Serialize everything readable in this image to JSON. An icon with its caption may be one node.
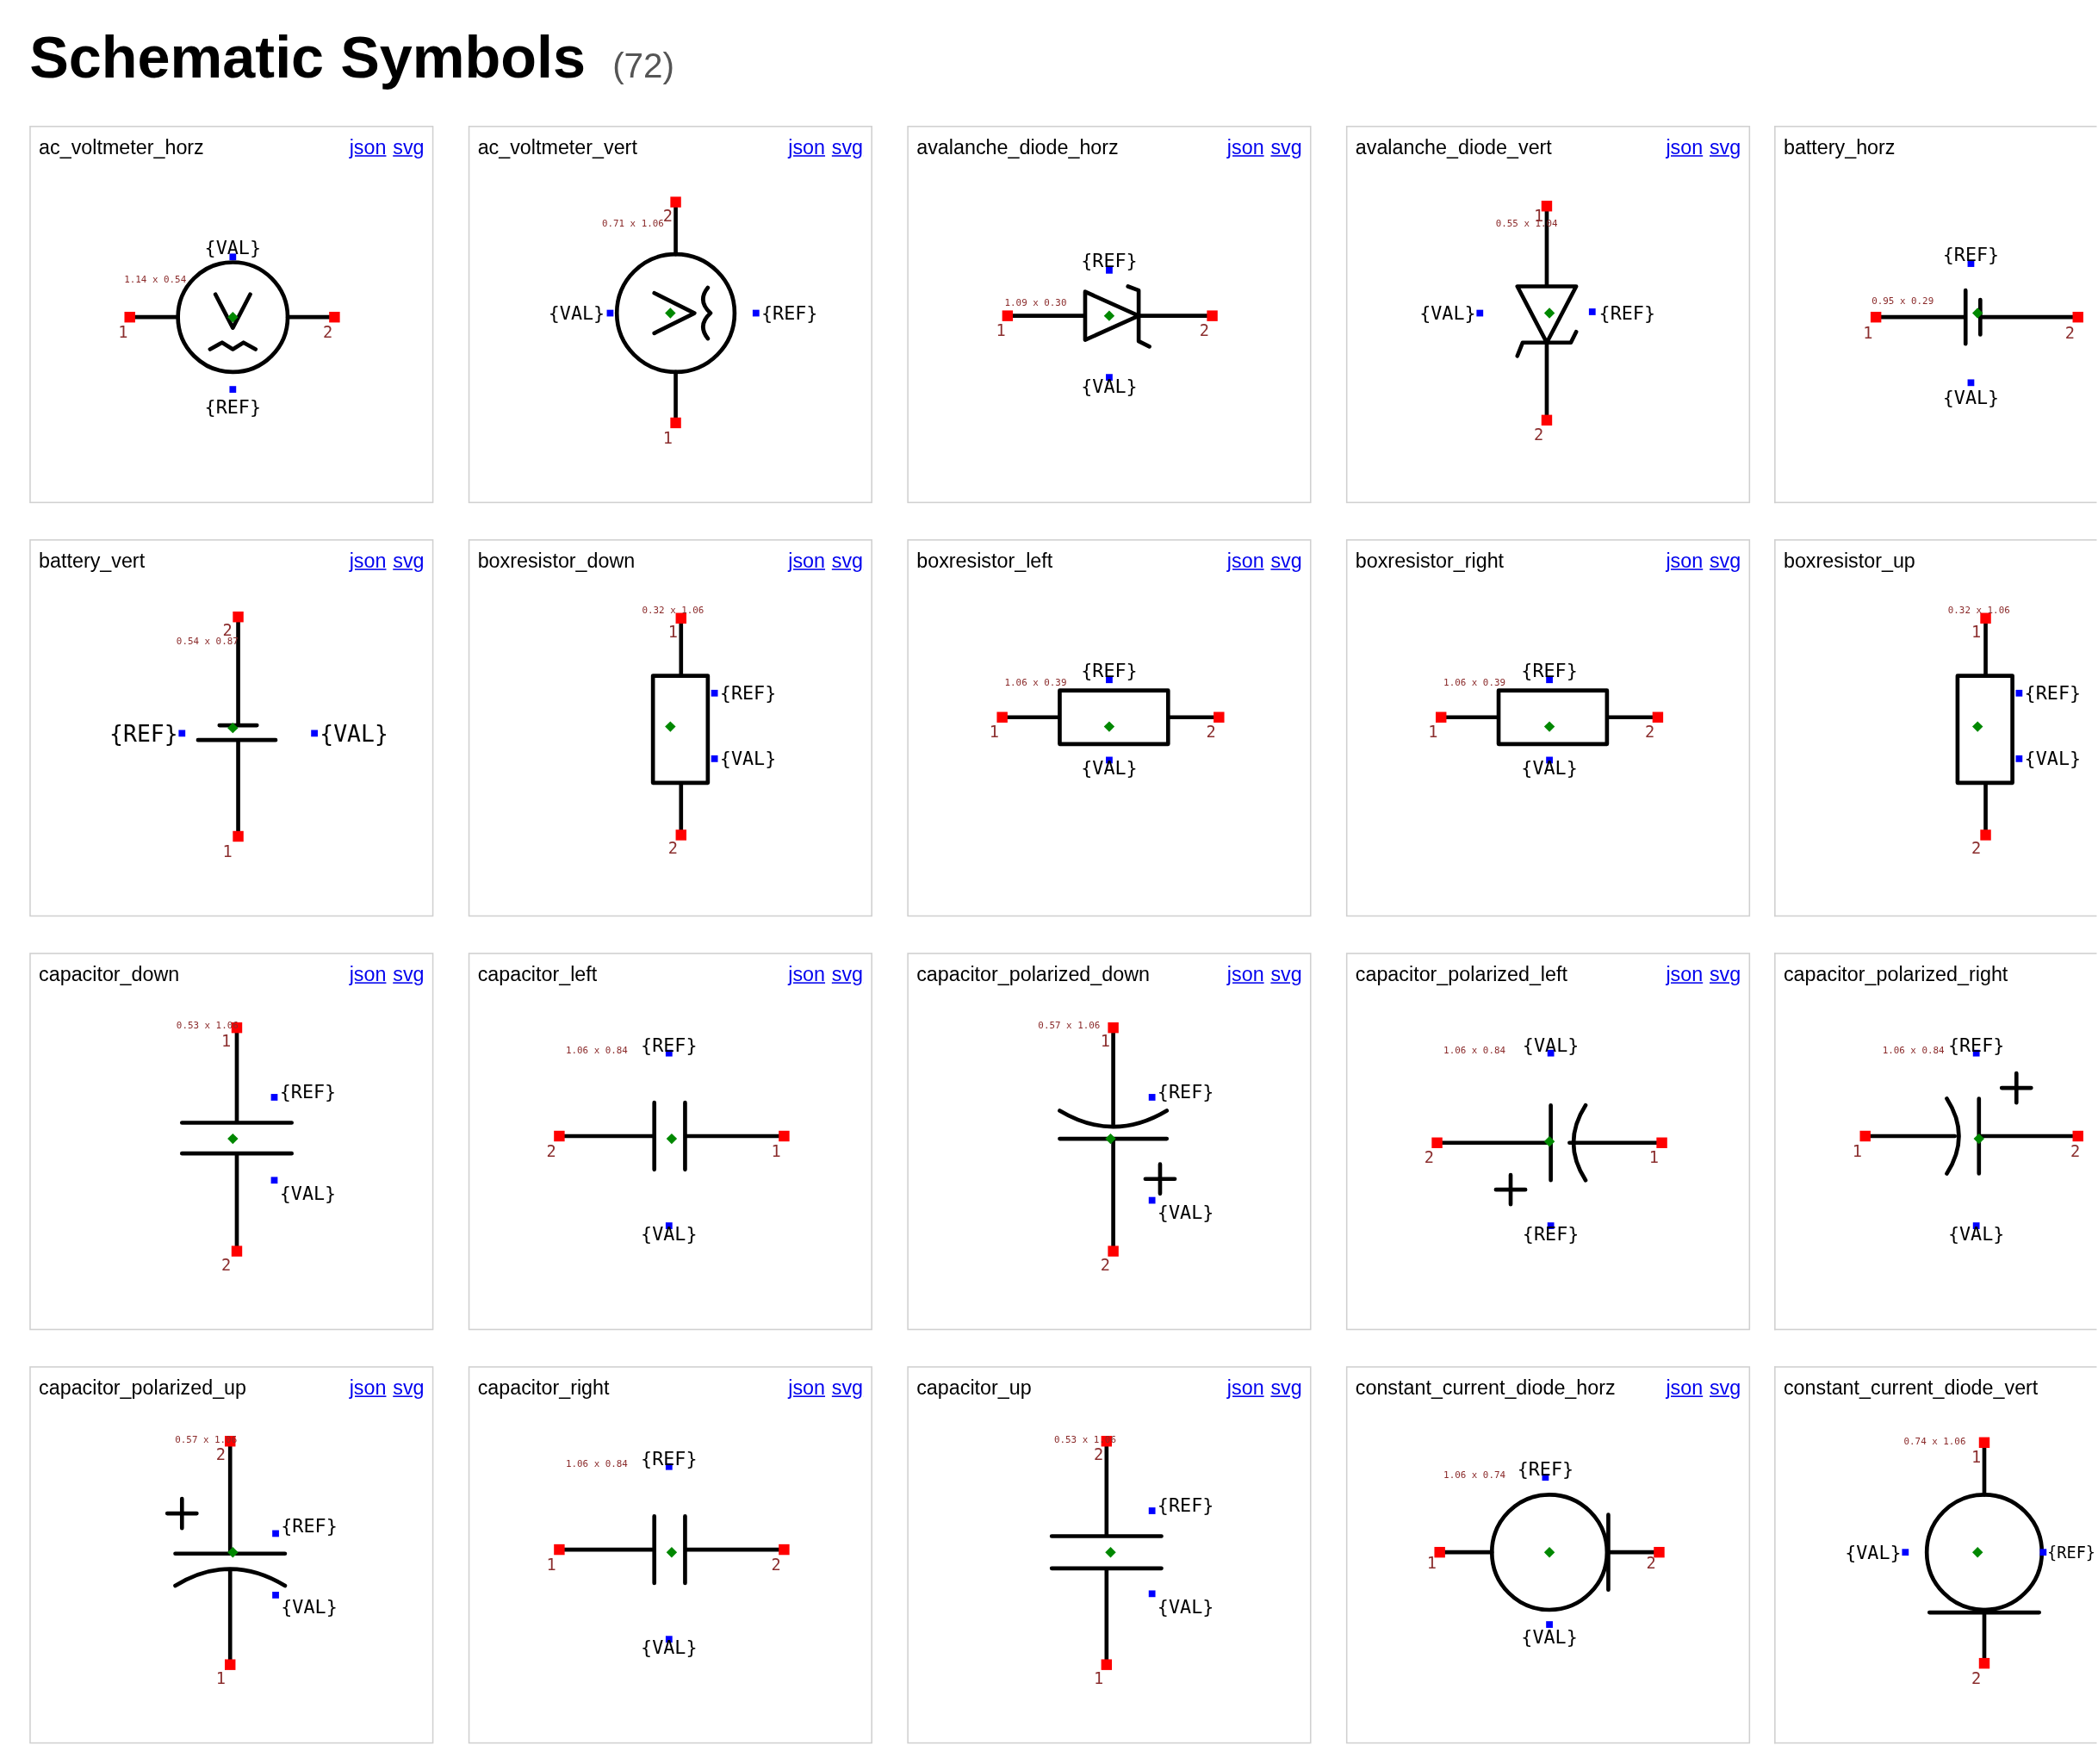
{
  "diagram": {
    "title": "Schematic Symbols",
    "labels": [
      "(72)"
    ],
    "nodes": [
      {
        "text": [
          "ac_voltmeter_horz",
          "json",
          "svg"
        ]
      },
      {
        "text": [
          "1.14 x 0.54",
          "{REF}",
          "{VAL}",
          "1",
          "2"
        ],
        "in": 0
      },
      {
        "text": [
          "ac_voltmeter_vert",
          "json",
          "svg"
        ]
      },
      {
        "text": [
          "0.71 x 1.06",
          "{REF}",
          "{VAL}",
          "2",
          "1"
        ],
        "in": 2
      },
      {
        "text": [
          "avalanche_diode_horz",
          "json",
          "svg"
        ]
      },
      {
        "text": [
          "1.09 x 0.30",
          "{REF}",
          "{VAL}",
          "1",
          "2"
        ],
        "in": 4
      },
      {
        "text": [
          "avalanche_diode_vert",
          "json",
          "svg"
        ]
      },
      {
        "text": [
          "0.55 x 1.04",
          "{REF}",
          "{VAL}",
          "1",
          "2"
        ],
        "in": 6
      },
      {
        "text": [
          "battery_horz"
        ]
      },
      {
        "text": [
          "0.95 x 0.29",
          "{REF}",
          "{VAL}",
          "1",
          "2"
        ],
        "in": 8
      },
      {
        "text": [
          "battery_vert",
          "json",
          "svg"
        ]
      },
      {
        "text": [
          "0.54 x 0.87",
          "{REF}",
          "{VAL}",
          "2",
          "1"
        ],
        "in": 10
      },
      {
        "text": [
          "boxresistor_down",
          "json",
          "svg"
        ]
      },
      {
        "text": [
          "0.32 x 1.06",
          "{REF}",
          "{VAL}",
          "1",
          "2"
        ],
        "in": 12
      },
      {
        "text": [
          "boxresistor_left",
          "json",
          "svg"
        ]
      },
      {
        "text": [
          "1.06 x 0.39",
          "{REF}",
          "{VAL}",
          "1",
          "2"
        ],
        "in": 14
      },
      {
        "text": [
          "boxresistor_right",
          "json",
          "svg"
        ]
      },
      {
        "text": [
          "1.06 x 0.39",
          "{REF}",
          "{VAL}",
          "1",
          "2"
        ],
        "in": 16
      },
      {
        "text": [
          "boxresistor_up"
        ]
      },
      {
        "text": [
          "0.32 x 1.06",
          "{REF}",
          "{VAL}",
          "1",
          "2"
        ],
        "in": 18
      },
      {
        "text": [
          "capacitor_down",
          "json",
          "svg"
        ]
      },
      {
        "text": [
          "0.53 x 1.06",
          "{REF}",
          "{VAL}",
          "1",
          "2"
        ],
        "in": 20
      },
      {
        "text": [
          "capacitor_left",
          "json",
          "svg"
        ]
      },
      {
        "text": [
          "1.06 x 0.84",
          "{REF}",
          "{VAL}",
          "2",
          "1"
        ],
        "in": 22
      },
      {
        "text": [
          "capacitor_polarized_down",
          "json",
          "svg"
        ]
      },
      {
        "text": [
          "0.57 x 1.06",
          "{REF}",
          "{VAL}",
          "1",
          "2"
        ],
        "in": 24
      },
      {
        "text": [
          "capacitor_polarized_left",
          "json",
          "svg"
        ]
      },
      {
        "text": [
          "1.06 x 0.84",
          "{REF}",
          "{VAL}",
          "2",
          "1"
        ],
        "in": 26
      },
      {
        "text": [
          "capacitor_polarized_right"
        ]
      },
      {
        "text": [
          "1.06 x 0.84",
          "{REF}",
          "{VAL}",
          "1",
          "2"
        ],
        "in": 28
      },
      {
        "text": [
          "capacitor_polarized_up",
          "json",
          "svg"
        ]
      },
      {
        "text": [
          "0.57 x 1.06",
          "{REF}",
          "{VAL}",
          "2",
          "1"
        ],
        "in": 30
      },
      {
        "text": [
          "capacitor_right",
          "json",
          "svg"
        ]
      },
      {
        "text": [
          "1.06 x 0.84",
          "{REF}",
          "{VAL}",
          "1",
          "2"
        ],
        "in": 32
      },
      {
        "text": [
          "capacitor_up",
          "json",
          "svg"
        ]
      },
      {
        "text": [
          "0.53 x 1.06",
          "{REF}",
          "{VAL}",
          "2",
          "1"
        ],
        "in": 34
      },
      {
        "text": [
          "constant_current_diode_horz",
          "json",
          "svg"
        ]
      },
      {
        "text": [
          "1.06 x 0.74",
          "{REF}",
          "{VAL}",
          "1",
          "2"
        ],
        "in": 36
      },
      {
        "text": [
          "constant_current_diode_vert"
        ]
      },
      {
        "text": [
          "0.74 x 1.06",
          "{REF}",
          "{VAL}",
          "1",
          "2"
        ],
        "in": 38
      }
    ]
  }
}
